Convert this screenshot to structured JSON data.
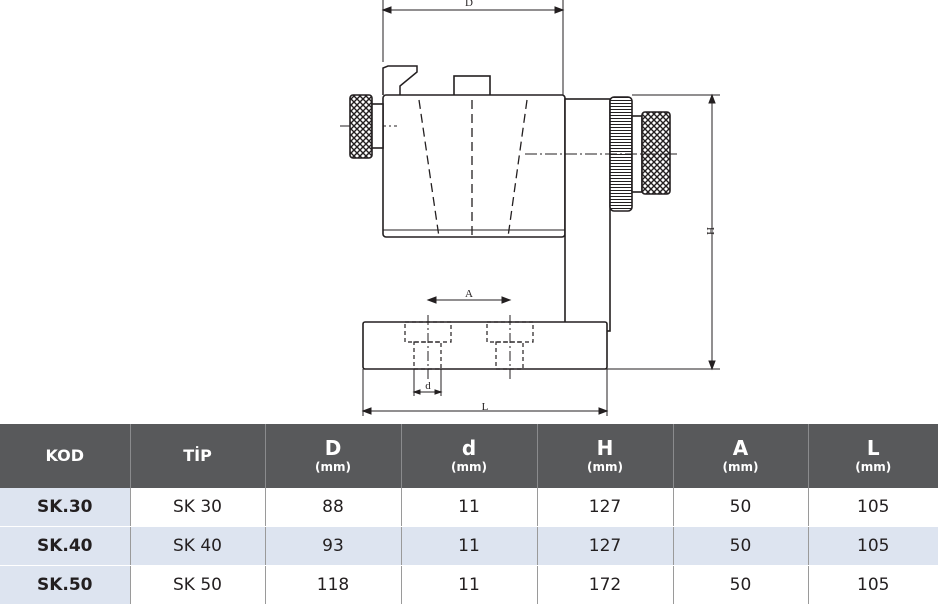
{
  "drawing": {
    "dim_D": "D",
    "dim_d": "d",
    "dim_H": "H",
    "dim_A": "A",
    "dim_L": "L"
  },
  "table": {
    "headers": [
      {
        "label": "KOD",
        "unit": ""
      },
      {
        "label": "TİP",
        "unit": ""
      },
      {
        "label": "D",
        "unit": "(mm)"
      },
      {
        "label": "d",
        "unit": "(mm)"
      },
      {
        "label": "H",
        "unit": "(mm)"
      },
      {
        "label": "A",
        "unit": "(mm)"
      },
      {
        "label": "L",
        "unit": "(mm)"
      }
    ],
    "rows": [
      [
        "SK.30",
        "SK 30",
        "88",
        "11",
        "127",
        "50",
        "105"
      ],
      [
        "SK.40",
        "SK 40",
        "93",
        "11",
        "127",
        "50",
        "105"
      ],
      [
        "SK.50",
        "SK 50",
        "118",
        "11",
        "172",
        "50",
        "105"
      ]
    ]
  },
  "colors": {
    "header_bg": "#58595b",
    "row_shade": "#dde4f0",
    "line": "#231f20"
  }
}
